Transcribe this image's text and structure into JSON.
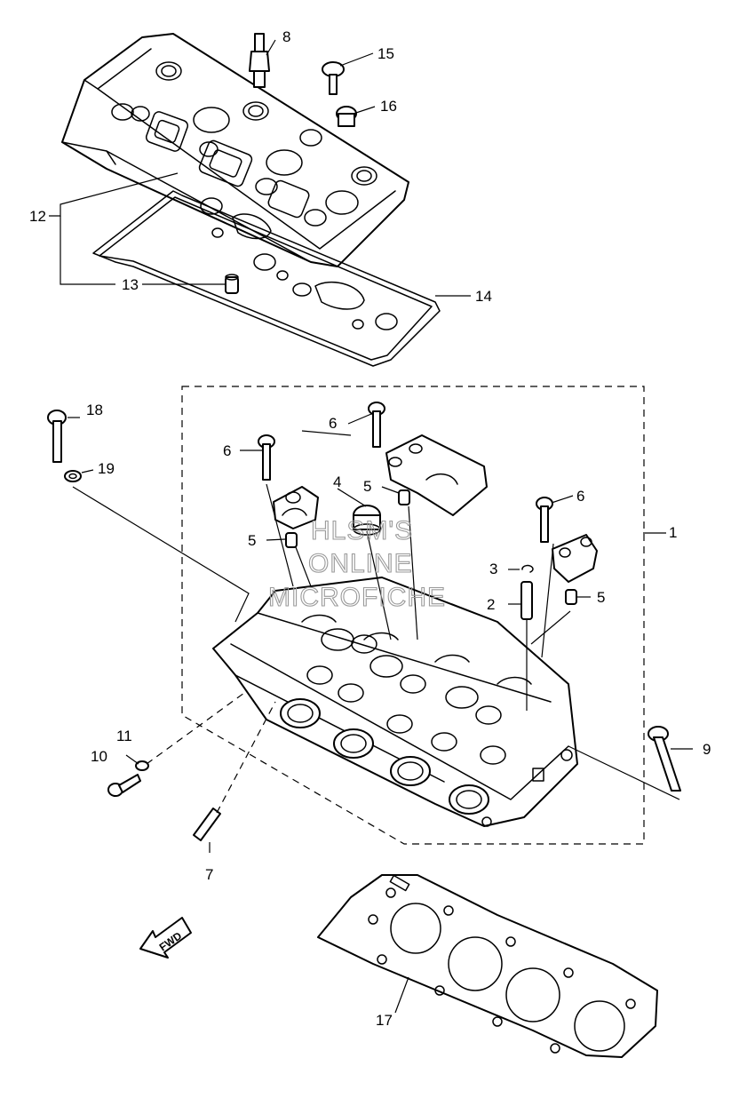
{
  "callouts": {
    "c1": "1",
    "c2": "2",
    "c3": "3",
    "c4": "4",
    "c5a": "5",
    "c5b": "5",
    "c5c": "5",
    "c6a": "6",
    "c6b": "6",
    "c6c": "6",
    "c7": "7",
    "c8": "8",
    "c9": "9",
    "c10": "10",
    "c11": "11",
    "c12": "12",
    "c13": "13",
    "c14": "14",
    "c15": "15",
    "c16": "16",
    "c17": "17",
    "c18": "18",
    "c19": "19"
  },
  "watermark": {
    "line1": "HLSM'S",
    "line2": "ONLINE",
    "line3": "MICROFICHE"
  },
  "fwd_label": "FWD"
}
